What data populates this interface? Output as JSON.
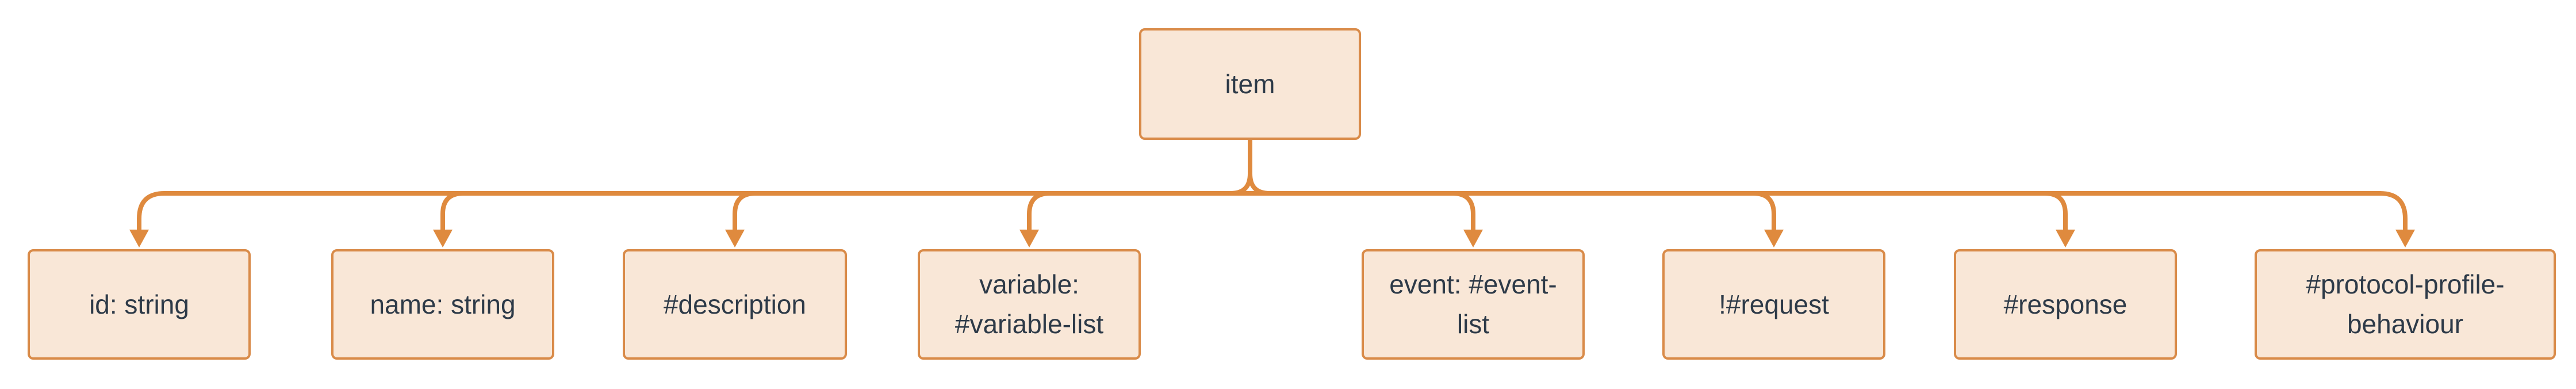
{
  "diagram": {
    "type": "tree",
    "root": {
      "label": "item",
      "lines": [
        "item"
      ]
    },
    "children": [
      {
        "label": "id: string",
        "lines": [
          "id: string"
        ]
      },
      {
        "label": "name: string",
        "lines": [
          "name: string"
        ]
      },
      {
        "label": "#description",
        "lines": [
          "#description"
        ]
      },
      {
        "label": "variable: #variable-list",
        "lines": [
          "variable:",
          "#variable-list"
        ]
      },
      {
        "label": "event: #event-list",
        "lines": [
          "event: #event-",
          "list"
        ]
      },
      {
        "label": "!#request",
        "lines": [
          "!#request"
        ]
      },
      {
        "label": "#response",
        "lines": [
          "#response"
        ]
      },
      {
        "label": "#protocol-profile-behaviour",
        "lines": [
          "#protocol-profile-",
          "behaviour"
        ]
      }
    ],
    "colors": {
      "node_fill": "#F9E7D7",
      "node_border": "#D98B49",
      "connector": "#DF8A3E",
      "text": "#2D3A48",
      "background": "#FFFFFF"
    }
  }
}
